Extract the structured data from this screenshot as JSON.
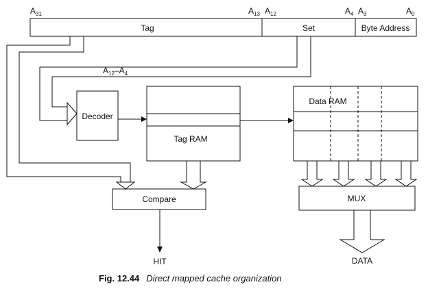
{
  "address_bits": {
    "a31": {
      "base": "A",
      "sub": "31"
    },
    "a13": {
      "base": "A",
      "sub": "13"
    },
    "a12": {
      "base": "A",
      "sub": "12"
    },
    "a4": {
      "base": "A",
      "sub": "4"
    },
    "a3": {
      "base": "A",
      "sub": "3"
    },
    "a0": {
      "base": "A",
      "sub": "0"
    }
  },
  "fields": {
    "tag": "Tag",
    "set": "Set",
    "byte_address": "Byte Address"
  },
  "decoder_input_label": {
    "base1": "A",
    "sub1": "12",
    "dash": "–",
    "base2": "A",
    "sub2": "4"
  },
  "blocks": {
    "decoder": "Decoder",
    "tag_ram": "Tag RAM",
    "data_ram": "Data RAM",
    "compare": "Compare",
    "mux": "MUX"
  },
  "outputs": {
    "hit": "HIT",
    "data": "DATA"
  },
  "caption": {
    "number": "Fig. 12.44",
    "text": "Direct mapped cache organization"
  }
}
